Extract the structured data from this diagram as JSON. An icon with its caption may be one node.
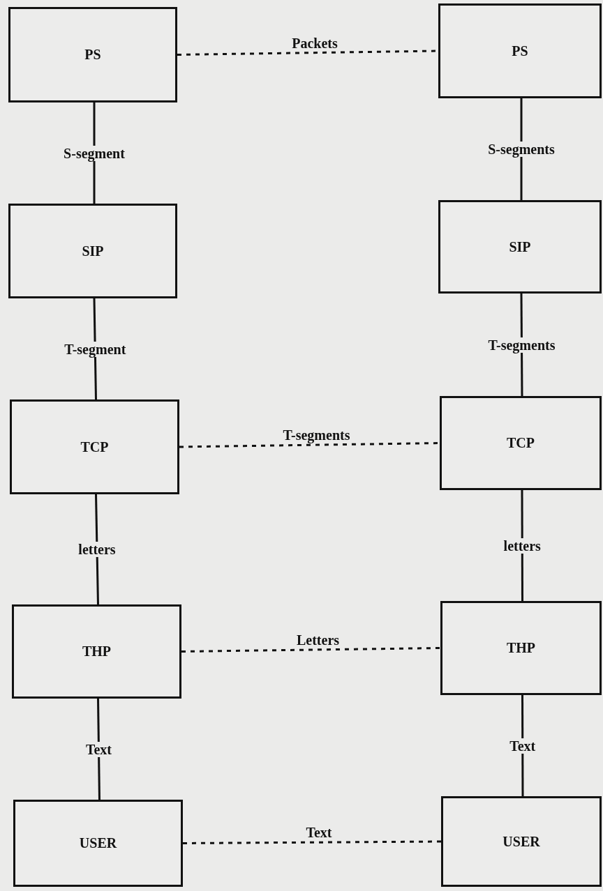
{
  "diagram": {
    "nodes": [
      {
        "text": [
          "PS"
        ]
      },
      {
        "text": [
          "PS"
        ]
      },
      {
        "text": [
          "SIP"
        ]
      },
      {
        "text": [
          "SIP"
        ]
      },
      {
        "text": [
          "TCP"
        ]
      },
      {
        "text": [
          "TCP"
        ]
      },
      {
        "text": [
          "THP"
        ]
      },
      {
        "text": [
          "THP"
        ]
      },
      {
        "text": [
          "USER"
        ]
      },
      {
        "text": [
          "USER"
        ]
      }
    ],
    "edges": [
      {
        "from": 0,
        "to": 1,
        "arrow": "none",
        "label": "Packets",
        "style": "dashed"
      },
      {
        "from": 0,
        "to": 2,
        "arrow": "none",
        "label": "S-segment"
      },
      {
        "from": 1,
        "to": 3,
        "arrow": "none",
        "label": "S-segments"
      },
      {
        "from": 2,
        "to": 4,
        "arrow": "none",
        "label": "T-segment"
      },
      {
        "from": 3,
        "to": 5,
        "arrow": "none",
        "label": "T-segments"
      },
      {
        "from": 4,
        "to": 5,
        "arrow": "none",
        "label": "T-segments",
        "style": "dashed"
      },
      {
        "from": 4,
        "to": 6,
        "arrow": "none",
        "label": "letters"
      },
      {
        "from": 5,
        "to": 7,
        "arrow": "none",
        "label": "letters"
      },
      {
        "from": 6,
        "to": 7,
        "arrow": "none",
        "label": "Letters",
        "style": "dashed"
      },
      {
        "from": 6,
        "to": 8,
        "arrow": "none",
        "label": "Text"
      },
      {
        "from": 7,
        "to": 9,
        "arrow": "none",
        "label": "Text"
      },
      {
        "from": 8,
        "to": 9,
        "arrow": "none",
        "label": "Text",
        "style": "dashed"
      }
    ]
  }
}
